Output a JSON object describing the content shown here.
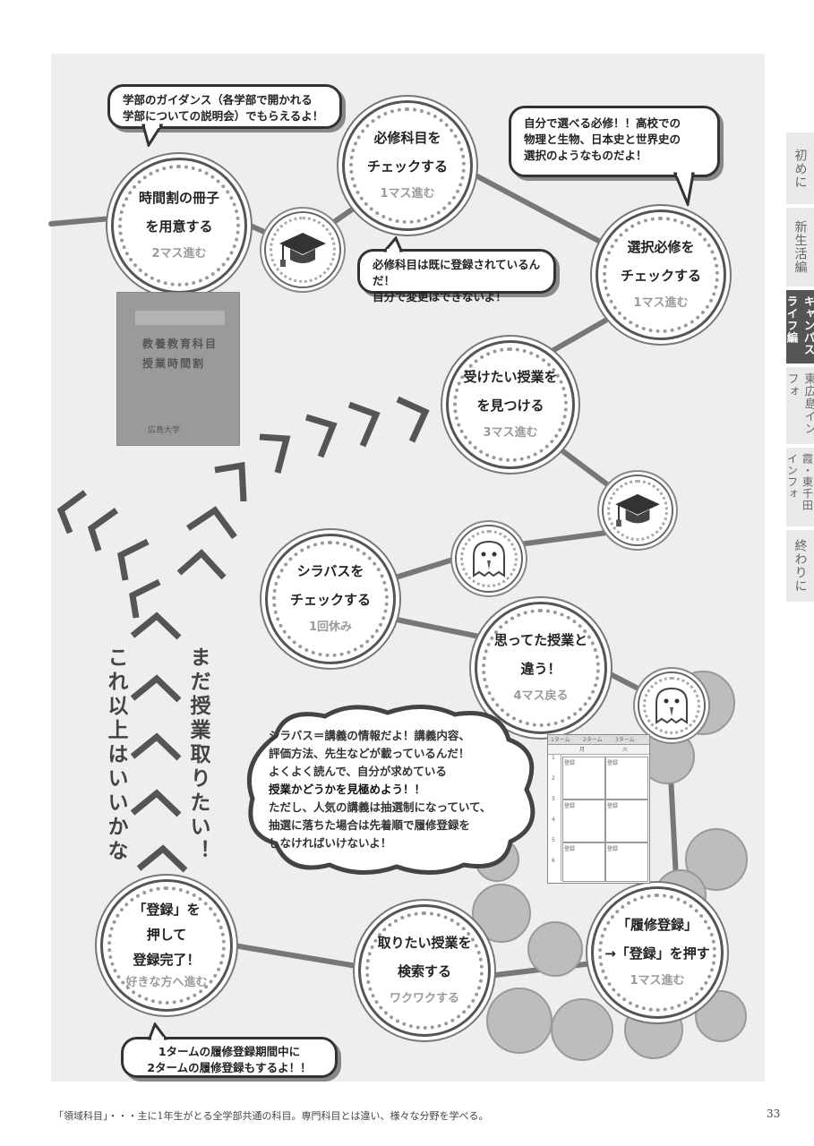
{
  "side_tabs": [
    "初めに",
    "新生活編",
    "キャンパスライフ編",
    "東広島インフォ",
    "霞・東千田インフォ",
    "終わりに"
  ],
  "board": {
    "nodes": [
      {
        "line1": "時間割の冊子",
        "line2": "を用意する",
        "step": "2マス進む"
      },
      {
        "line1": "必修科目を",
        "line2": "チェックする",
        "step": "1マス進む"
      },
      {
        "line1": "選択必修を",
        "line2": "チェックする",
        "step": "1マス進む"
      },
      {
        "line1": "受けたい授業を",
        "line2": "を見つける",
        "step": "3マス進む"
      },
      {
        "line1": "シラバスを",
        "line2": "チェックする",
        "step": "1回休み"
      },
      {
        "line1": "思ってた授業と",
        "line2": "違う！",
        "step": "4マス戻る"
      },
      {
        "line1": "「履修登録」",
        "line2": "→「登録」を押す",
        "step": "1マス進む"
      },
      {
        "line1": "取りたい授業を",
        "line2": "検索する",
        "step": "ワクワクする"
      },
      {
        "line1": "「登録」を",
        "line2": "押して",
        "line3": "登録完了！",
        "step": "好きな方へ進む"
      }
    ],
    "bubbles": {
      "guidance": [
        "学部のガイダンス（各学部で開かれる",
        "学部についての説明会）でもらえるよ！"
      ],
      "elective": [
        "自分で選べる必修！！高校での",
        "物理と生物、日本史と世界史の",
        "選択のようなものだよ！"
      ],
      "required": [
        "必修科目は既に登録されているんだ！",
        "自分で変更はできないよ！"
      ],
      "term": [
        "1タームの履修登録期間中に",
        "2タームの履修登録もするよ！！"
      ]
    },
    "booklet": {
      "title1": "教養教育科目",
      "title2": "授業時間割",
      "publisher": "広島大学"
    },
    "vertical_left": "これ以上はいいかな",
    "vertical_right": "まだ授業取りたい！",
    "syllabus_note": [
      "シラバス＝講義の情報だよ！講義内容、",
      "評価方法、先生などが載っているんだ！",
      "よくよく読んで、自分が求めている",
      "授業かどうかを見極めよう！！",
      "ただし、人気の講義は抽選制になっていて、",
      "抽選に落ちた場合は先着順で履修登録を",
      "しなければいけないよ！"
    ],
    "timetable": {
      "tabs": [
        "1ターム",
        "2ターム",
        "3ターム"
      ],
      "days": [
        "月",
        "火"
      ],
      "periods": [
        "1",
        "2",
        "3",
        "4",
        "5",
        "6"
      ],
      "cell_label": "登録"
    }
  },
  "footer_note": "「領域科目」・・・主に1年生がとる全学部共通の科目。専門科目とは違い、様々な分野を学べる。",
  "page_number": "33"
}
